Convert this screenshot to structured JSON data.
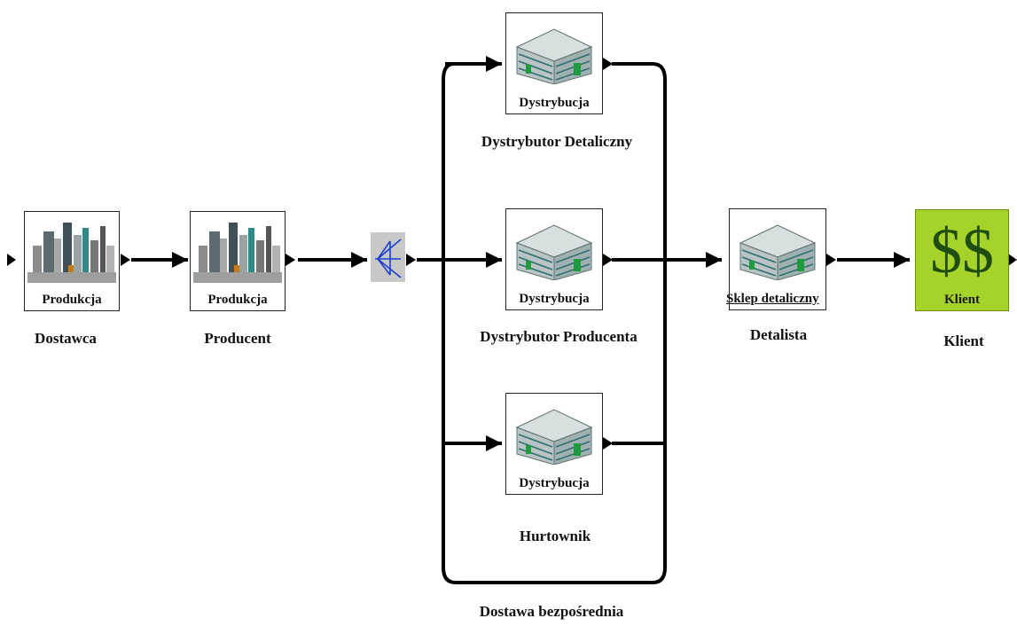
{
  "nodes": {
    "dostawca": {
      "caption": "Produkcja",
      "label": "Dostawca"
    },
    "producent": {
      "caption": "Produkcja",
      "label": "Producent"
    },
    "dyst_det": {
      "caption": "Dystrybucja",
      "label": "Dystrybutor Detaliczny"
    },
    "dyst_prod": {
      "caption": "Dystrybucja",
      "label": "Dystrybutor Producenta"
    },
    "hurtownik": {
      "caption": "Dystrybucja",
      "label": "Hurtownik"
    },
    "detalista": {
      "caption": "Sklep detaliczny",
      "label": "Detalista"
    },
    "klient": {
      "caption": "Klient",
      "label": "Klient",
      "symbol": "$$"
    }
  },
  "direct_label": "Dostawa bezpośrednia",
  "icons": {
    "factory": "factory-icon",
    "building": "office-building-icon",
    "splitter": "splitter-icon",
    "money": "dollar-icon"
  },
  "colors": {
    "klient_bg": "#a6d32a",
    "line": "#000000",
    "splitter_bg": "#c8c8c8",
    "splitter_stroke": "#1a3fd1"
  }
}
